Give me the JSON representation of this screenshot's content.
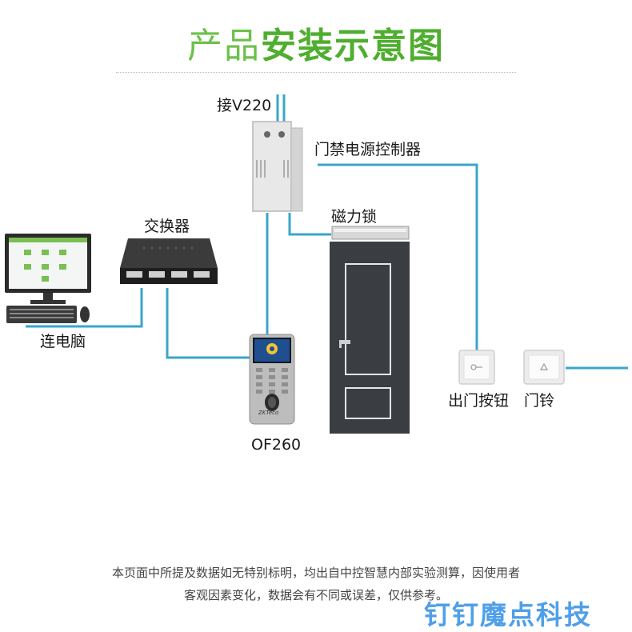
{
  "header": {
    "title_light": "产品",
    "title_bold": "安装示意图"
  },
  "labels": {
    "power_input": "接V220",
    "power_controller": "门禁电源控制器",
    "magnetic_lock": "磁力锁",
    "switch": "交换器",
    "pc": "连电脑",
    "terminal": "OF260",
    "exit_button": "出门按钮",
    "doorbell": "门铃",
    "terminal_screen_text": "ZKTeco"
  },
  "notice": {
    "line1": "本页面中所提及数据如无特别标明，均出自中控智慧内部实验测算，因使用者",
    "line2": "客观因素变化，数据会有不同或误差，仅供参考。"
  },
  "brand": {
    "text": "钉钉魔点科技"
  },
  "colors": {
    "title_green": "#4fae2f",
    "wire_blue": "#3aa6c9",
    "brand_blue": "#4f9fe8",
    "door_dark": "#3a3d42"
  }
}
